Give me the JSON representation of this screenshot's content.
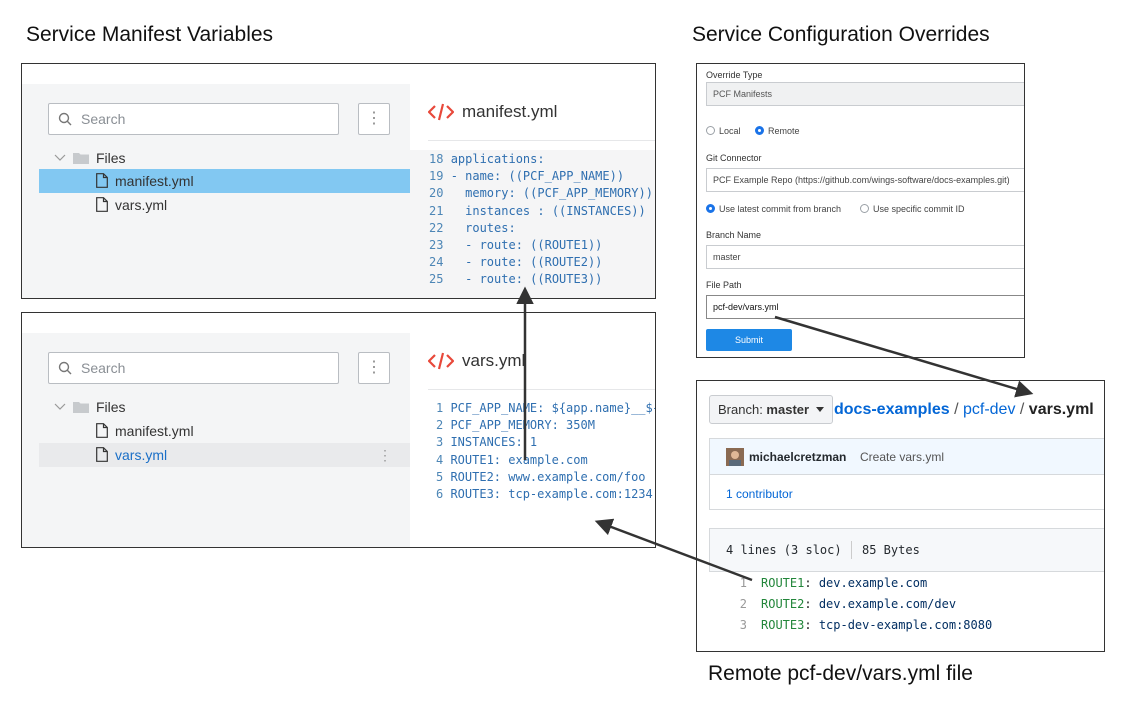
{
  "captions": {
    "manifest_vars": "Service Manifest Variables",
    "config_overrides": "Service Configuration Overrides",
    "remote_file": "Remote pcf-dev/vars.yml file"
  },
  "browser": {
    "search_placeholder": "Search",
    "kebab": "⋮",
    "folder_label": "Files",
    "file_manifest": "manifest.yml",
    "file_vars": "vars.yml"
  },
  "manifest_editor": {
    "title": "manifest.yml",
    "lines": [
      {
        "n": "18",
        "text": "applications:"
      },
      {
        "n": "19",
        "text": "- name: ((PCF_APP_NAME))"
      },
      {
        "n": "20",
        "text": "  memory: ((PCF_APP_MEMORY))"
      },
      {
        "n": "21",
        "text": "  instances : ((INSTANCES))"
      },
      {
        "n": "22",
        "text": "  routes:"
      },
      {
        "n": "23",
        "text": "  - route: ((ROUTE1))"
      },
      {
        "n": "24",
        "text": "  - route: ((ROUTE2))"
      },
      {
        "n": "25",
        "text": "  - route: ((ROUTE3))"
      }
    ]
  },
  "vars_editor": {
    "title": "vars.yml",
    "lines": [
      {
        "n": "1",
        "text": "PCF_APP_NAME: ${app.name}__${"
      },
      {
        "n": "2",
        "text": "PCF_APP_MEMORY: 350M"
      },
      {
        "n": "3",
        "text": "INSTANCES: 1"
      },
      {
        "n": "4",
        "text": "ROUTE1: example.com"
      },
      {
        "n": "5",
        "text": "ROUTE2: www.example.com/foo"
      },
      {
        "n": "6",
        "text": "ROUTE3: tcp-example.com:1234"
      }
    ]
  },
  "override_form": {
    "override_type_label": "Override Type",
    "override_type_value": "PCF Manifests",
    "radio_local": "Local",
    "radio_remote": "Remote",
    "git_connector_label": "Git Connector",
    "git_connector_value": "PCF Example Repo (https://github.com/wings-software/docs-examples.git)",
    "radio_latest_commit": "Use latest commit from branch",
    "radio_specific_commit": "Use specific commit ID",
    "branch_name_label": "Branch Name",
    "branch_name_value": "master",
    "file_path_label": "File Path",
    "file_path_value": "pcf-dev/vars.yml",
    "submit_label": "Submit"
  },
  "github": {
    "branch_prefix": "Branch: ",
    "branch_name": "master",
    "repo": "docs-examples",
    "path_sep": "/",
    "dir": "pcf-dev",
    "file": "vars.yml",
    "commit_author": "michaelcretzman",
    "commit_message": "Create vars.yml",
    "contributors": "1 contributor",
    "file_stats_lines": "4 lines (3 sloc)",
    "file_stats_size": "85 Bytes",
    "code": [
      {
        "n": "1",
        "key": "ROUTE1",
        "value": "dev.example.com"
      },
      {
        "n": "2",
        "key": "ROUTE2",
        "value": "dev.example.com/dev"
      },
      {
        "n": "3",
        "key": "ROUTE3",
        "value": "tcp-dev-example.com:8080"
      }
    ]
  },
  "colors": {
    "selected_row": "#82c8f2",
    "code_blue": "#2f6fb0",
    "code_icon_red": "#e8483a",
    "submit_blue": "#1e88e5",
    "github_link": "#0366d6",
    "github_key_green": "#22863a"
  }
}
